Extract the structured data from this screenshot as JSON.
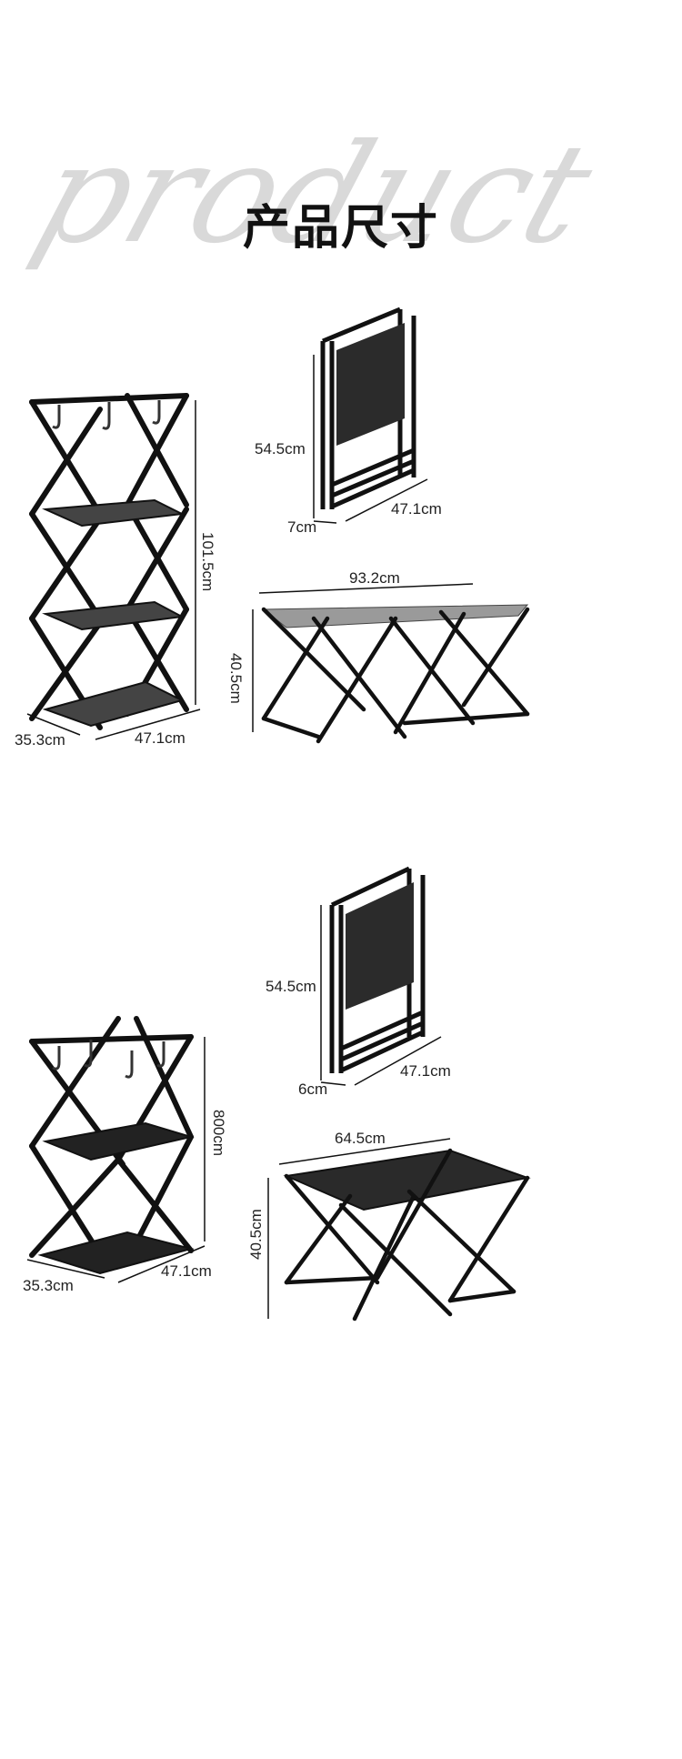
{
  "header": {
    "script_word": "product",
    "title": "产品尺寸"
  },
  "set1": {
    "rack": {
      "height": "101.5cm",
      "depth": "35.3cm",
      "width": "47.1cm"
    },
    "folded": {
      "height": "54.5cm",
      "thickness": "7cm",
      "width": "47.1cm"
    },
    "table": {
      "length": "93.2cm",
      "height": "40.5cm"
    }
  },
  "set2": {
    "rack": {
      "height": "800cm",
      "depth": "35.3cm",
      "width": "47.1cm"
    },
    "folded": {
      "height": "54.5cm",
      "thickness": "6cm",
      "width": "47.1cm"
    },
    "table": {
      "length": "64.5cm",
      "height": "40.5cm"
    }
  }
}
